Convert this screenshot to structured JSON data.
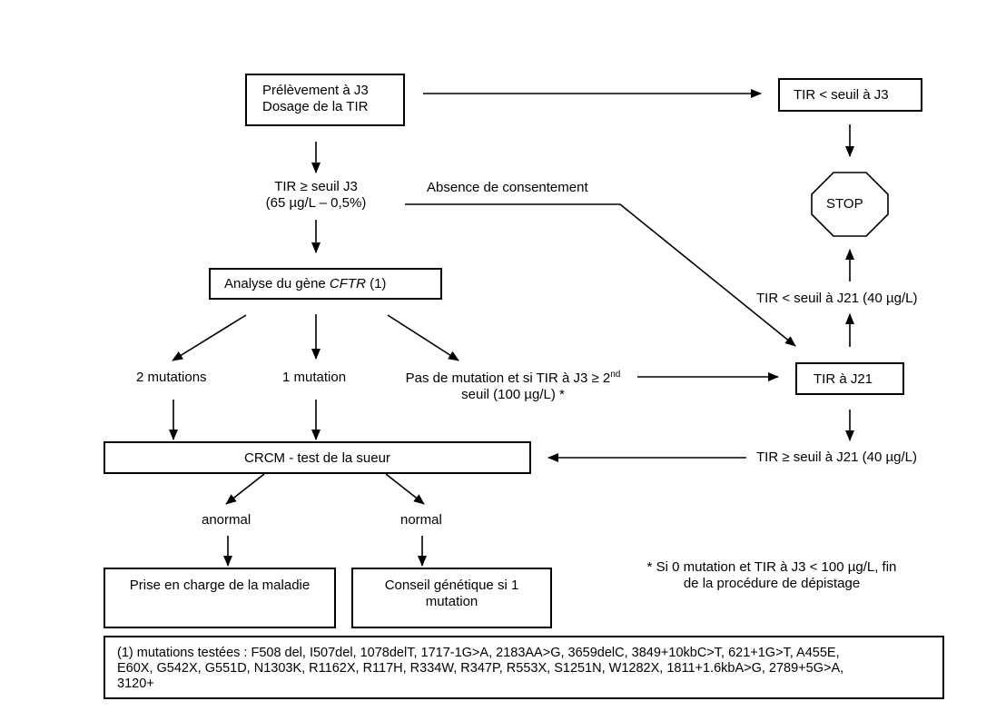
{
  "nodes": {
    "sampling": {
      "line1": "Prélèvement à J3",
      "line2": "Dosage de la TIR"
    },
    "tir_low_j3": "TIR < seuil à J3",
    "stop": "STOP",
    "tir_high_j3": {
      "line1": "TIR ≥ seuil J3",
      "line2": "(65 µg/L – 0,5%)"
    },
    "no_consent": "Absence de consentement",
    "cftr": {
      "prefix": "Analyse du gène ",
      "gene": "CFTR",
      "suffix": " (1)"
    },
    "tir_low_j21": "TIR < seuil à J21 (40 µg/L)",
    "two_mutations": "2 mutations",
    "one_mutation": "1 mutation",
    "no_mutation": {
      "line1_a": "Pas de mutation et si TIR à J3 ≥ 2",
      "line1_sup": "nd",
      "line2": "seuil (100 µg/L) *"
    },
    "tir_j21": "TIR à J21",
    "crcm": "CRCM - test de la sueur",
    "tir_high_j21": "TIR ≥ seuil à J21 (40 µg/L)",
    "abnormal": "anormal",
    "normal": "normal",
    "disease_care": "Prise en charge de la maladie",
    "genetic_counsel": {
      "line1": "Conseil génétique si 1",
      "line2": "mutation"
    }
  },
  "footnote_star": {
    "line1": "* Si 0 mutation et TIR à J3 < 100 µg/L, fin",
    "line2": "de la procédure de dépistage"
  },
  "footnote_mutations": {
    "line1": "(1) mutations testées : F508 del, I507del, 1078delT, 1717-1G>A, 2183AA>G, 3659delC, 3849+10kbC>T, 621+1G>T, A455E,",
    "line2": "E60X, G542X, G551D, N1303K, R1162X, R117H, R334W, R347P, R553X, S1251N, W1282X, 1811+1.6kbA>G, 2789+5G>A,",
    "line3": "3120+"
  }
}
